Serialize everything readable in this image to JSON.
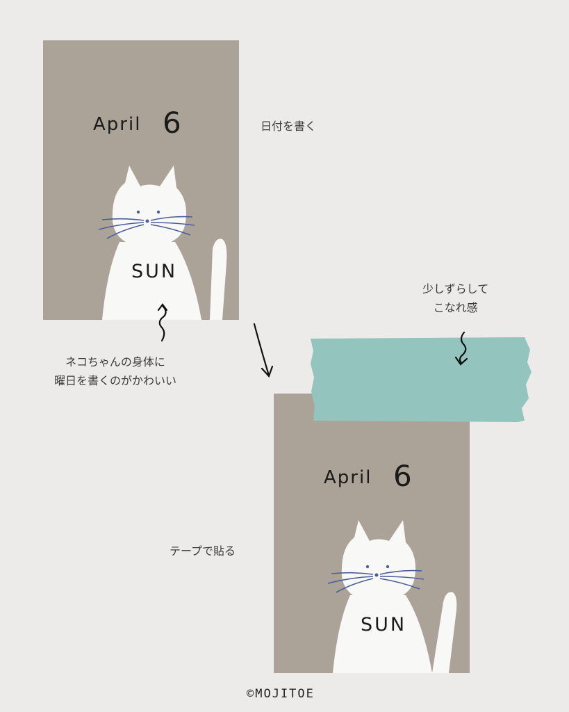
{
  "cards": [
    {
      "month": "April",
      "day": "6",
      "weekday": "SUN"
    },
    {
      "month": "April",
      "day": "6",
      "weekday": "SUN"
    }
  ],
  "notes": {
    "write_date": "日付を書く",
    "shift_line1": "少しずらして",
    "shift_line2": "こなれ感",
    "cat_line1": "ネコちゃんの身体に",
    "cat_line2": "曜日を書くのがかわいい",
    "tape": "テープで貼る"
  },
  "credit": "©MOJITOE",
  "colors": {
    "background": "#ecebe9",
    "card": "#aba398",
    "tape": "#93c4bd",
    "whisker": "#4a5f9a"
  }
}
